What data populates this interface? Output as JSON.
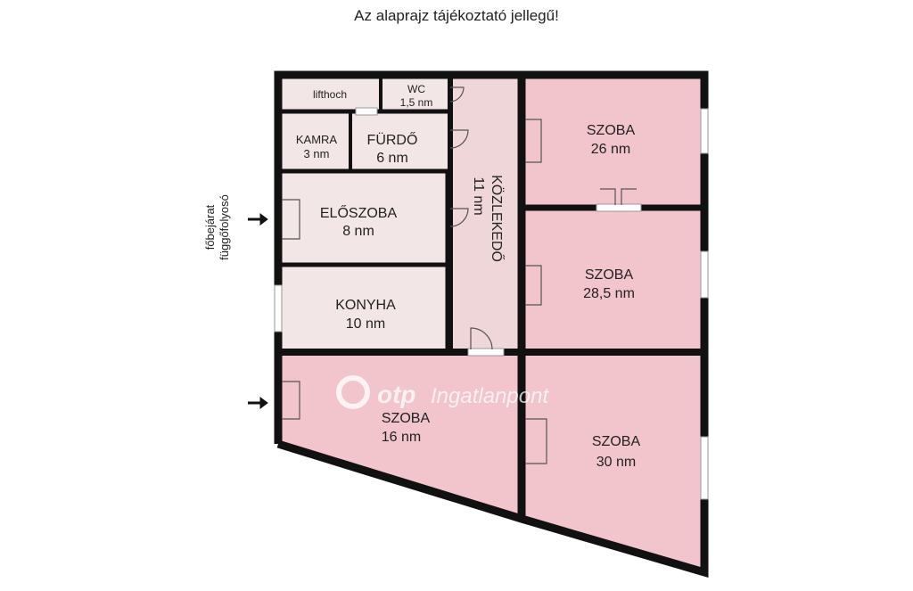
{
  "note": "Az alaprajz tájékoztató jellegű!",
  "entrance": {
    "line1": "főbejárat",
    "line2": "függőfolyosó"
  },
  "watermark": {
    "brand": "otp",
    "text": "Ingatlanpont"
  },
  "colors": {
    "pink_room": "#f2c4cc",
    "light_room": "#f3e6e6",
    "corridor": "#efd6d8",
    "wall": "#111111"
  },
  "rooms": {
    "lifthoch": {
      "name": "lifthoch"
    },
    "wc": {
      "name": "WC",
      "area": "1,5 nm"
    },
    "kamra": {
      "name": "KAMRA",
      "area": "3 nm"
    },
    "furdo": {
      "name": "FÜRDŐ",
      "area": "6 nm"
    },
    "eloszoba": {
      "name": "ELŐSZOBA",
      "area": "8 nm"
    },
    "konyha": {
      "name": "KONYHA",
      "area": "10 nm"
    },
    "kozlekedo": {
      "name": "KÖZLEKEDŐ",
      "area": "11 nm"
    },
    "szoba_26": {
      "name": "SZOBA",
      "area": "26 nm"
    },
    "szoba_285": {
      "name": "SZOBA",
      "area": "28,5 nm"
    },
    "szoba_16": {
      "name": "SZOBA",
      "area": "16 nm"
    },
    "szoba_30": {
      "name": "SZOBA",
      "area": "30 nm"
    }
  }
}
